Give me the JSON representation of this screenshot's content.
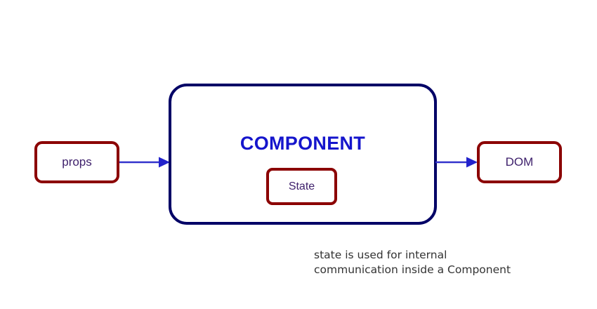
{
  "diagram": {
    "title_visible": false,
    "background": "#ffffff",
    "nodes": {
      "props": {
        "label": "props",
        "border_color": "#8b0000",
        "text_color": "#3d1f6b"
      },
      "component": {
        "label": "COMPONENT",
        "border_color": "#000066",
        "text_color": "#1515cc"
      },
      "state": {
        "label": "State",
        "border_color": "#8b0000",
        "text_color": "#3d1f6b"
      },
      "dom": {
        "label": "DOM",
        "border_color": "#8b0000",
        "text_color": "#3d1f6b"
      }
    },
    "arrows": {
      "props_to_component": {
        "name": "props-to-component-arrow",
        "color": "#3333cc",
        "direction": "right"
      },
      "component_to_dom": {
        "name": "component-to-dom-arrow",
        "color": "#3333cc",
        "direction": "right"
      }
    },
    "caption": {
      "text": "state is used for internal\ncommunication inside a Component",
      "color": "#333333"
    }
  }
}
